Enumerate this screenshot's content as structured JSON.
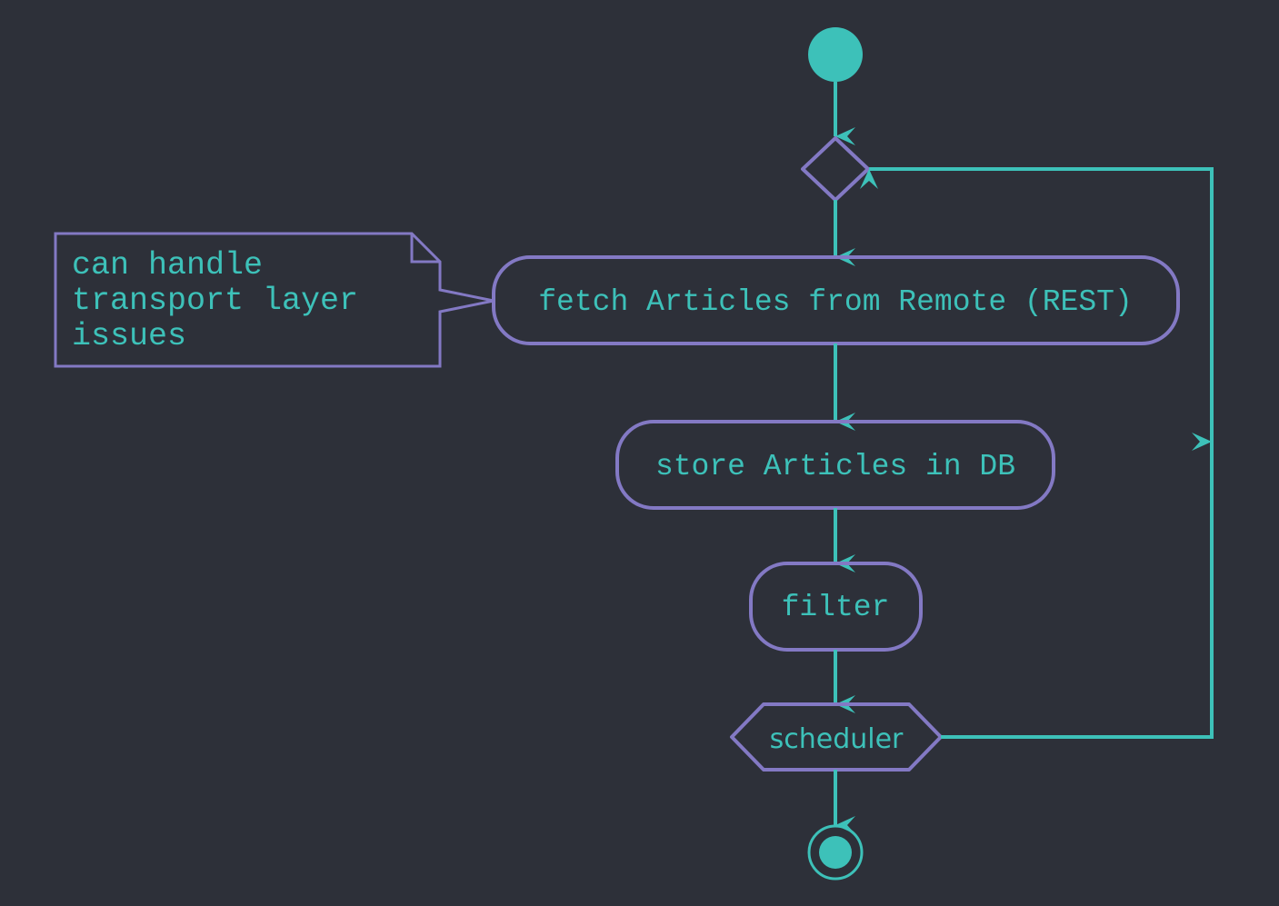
{
  "colors": {
    "background": "#2d3039",
    "accent": "#3dc1b9",
    "border": "#8379c4"
  },
  "nodes": {
    "fetch_label": "fetch Articles from Remote (REST)",
    "store_label": "store Articles in DB",
    "filter_label": "filter",
    "scheduler_label": "scheduler"
  },
  "note": {
    "line1": "can handle",
    "line2": "transport layer",
    "line3": "issues"
  }
}
